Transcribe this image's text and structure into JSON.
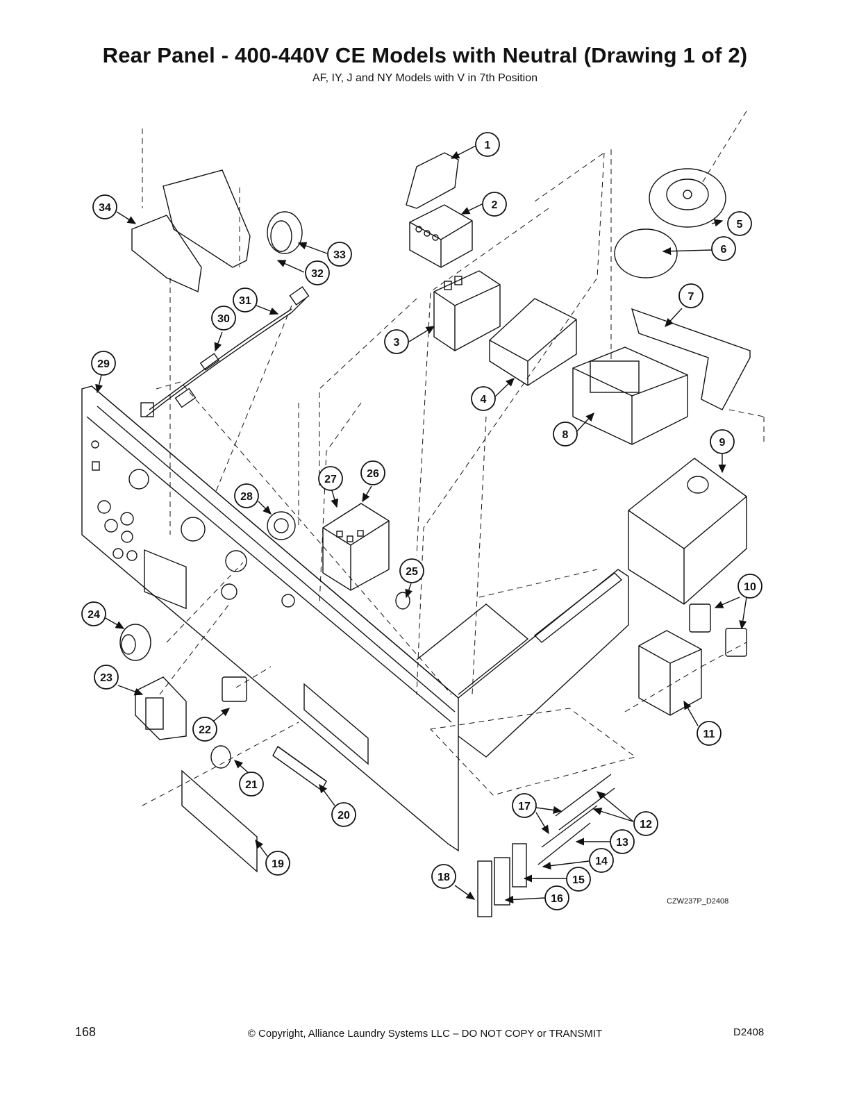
{
  "title": "Rear Panel - 400-440V CE Models with Neutral (Drawing 1 of 2)",
  "subtitle": "AF, IY, J and NY Models with V in 7th Position",
  "drawing_id": "CZW237P_D2408",
  "footer": {
    "page_number": "168",
    "copyright": "© Copyright, Alliance Laundry Systems LLC – DO NOT COPY or TRANSMIT",
    "doc_code": "D2408"
  },
  "callouts": [
    "1",
    "2",
    "3",
    "4",
    "5",
    "6",
    "7",
    "8",
    "9",
    "10",
    "11",
    "12",
    "13",
    "14",
    "15",
    "16",
    "17",
    "18",
    "19",
    "20",
    "21",
    "22",
    "23",
    "24",
    "25",
    "26",
    "27",
    "28",
    "29",
    "30",
    "31",
    "32",
    "33",
    "34"
  ],
  "colors": {
    "line": "#111111",
    "background": "#ffffff"
  }
}
